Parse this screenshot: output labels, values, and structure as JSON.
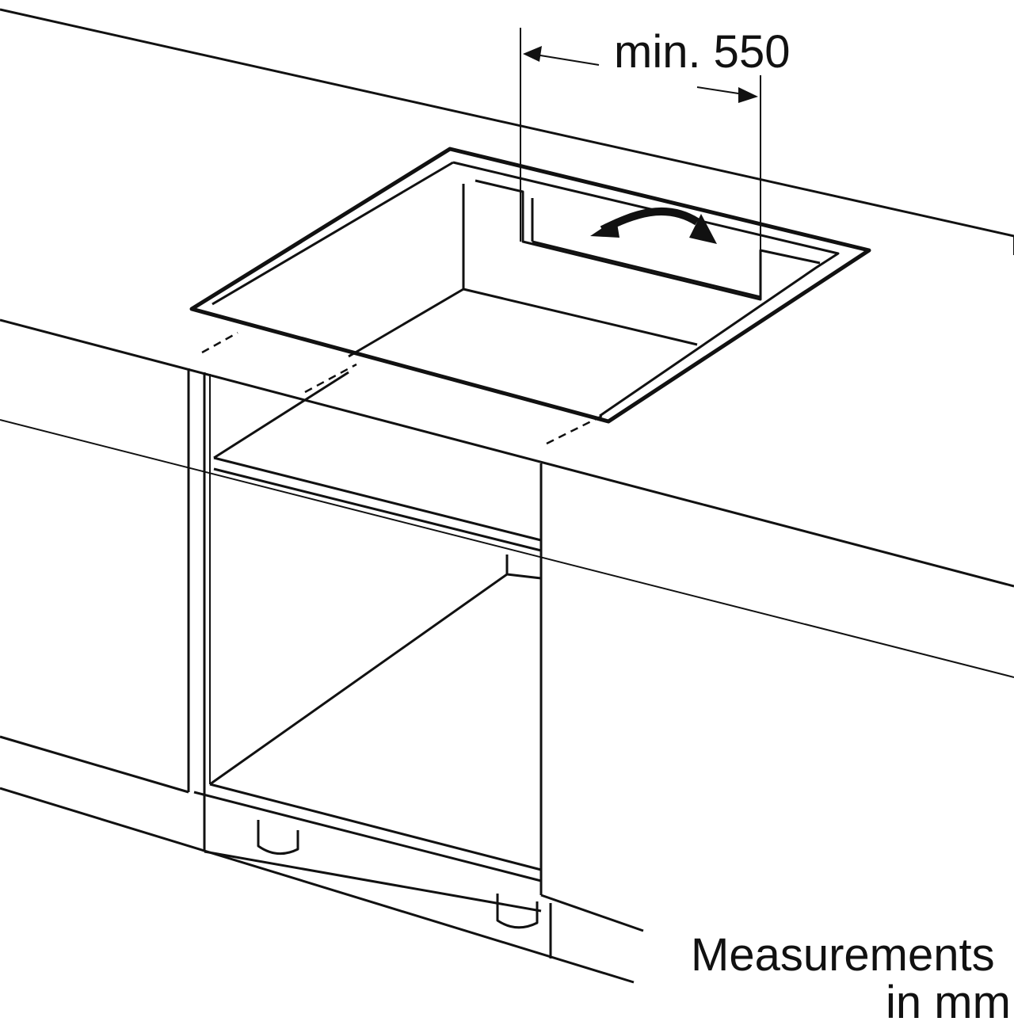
{
  "diagram": {
    "dimension_label": "min. 550",
    "units_note_line1": "Measurements",
    "units_note_line2": "in mm",
    "line_color": "#111111",
    "background": "#ffffff"
  }
}
